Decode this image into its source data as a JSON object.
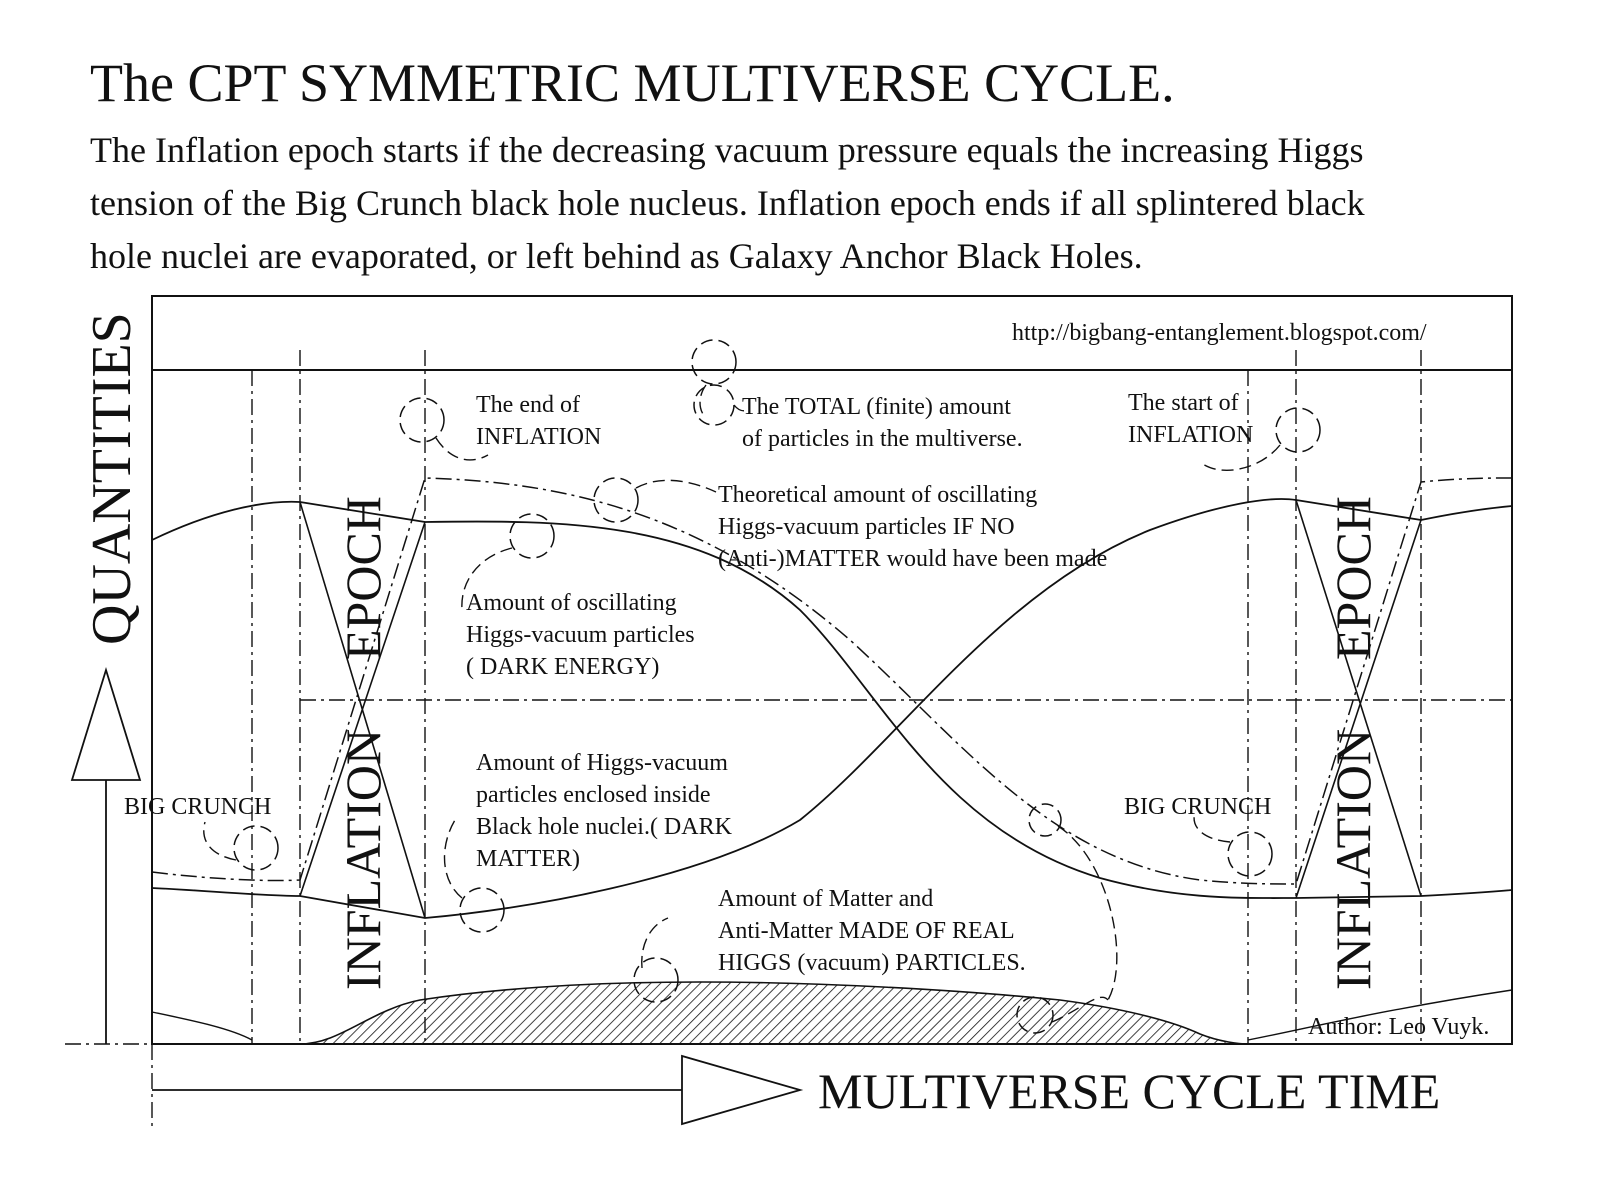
{
  "header": {
    "title": "The CPT  SYMMETRIC MULTIVERSE CYCLE.",
    "description_lines": [
      "The Inflation epoch starts if the decreasing vacuum pressure equals the increasing Higgs",
      "tension of the Big Crunch black hole nucleus. Inflation epoch ends if all splintered black",
      "hole nuclei are evaporated, or left behind as Galaxy Anchor Black Holes."
    ]
  },
  "diagram": {
    "url": "http://bigbang-entanglement.blogspot.com/",
    "y_axis_label": "QUANTITIES",
    "x_axis_label": "MULTIVERSE CYCLE TIME",
    "author": "Author: Leo Vuyk.",
    "inflation_epoch_label": [
      "INFLATION",
      "EPOCH"
    ],
    "big_crunch_label": "BIG CRUNCH",
    "end_of_inflation": [
      "The end of",
      "INFLATION"
    ],
    "start_of_inflation": [
      "The start of",
      "INFLATION"
    ],
    "total_particles": [
      "The TOTAL (finite) amount",
      "of particles in the multiverse."
    ],
    "theoretical_amount": [
      "Theoretical amount of oscillating",
      "Higgs-vacuum particles IF NO",
      "(Anti-)MATTER would have been made"
    ],
    "dark_energy": [
      "Amount of oscillating",
      "Higgs-vacuum particles",
      "( DARK ENERGY)"
    ],
    "dark_matter": [
      "Amount of Higgs-vacuum",
      "particles enclosed inside",
      "Black hole nuclei.( DARK",
      "MATTER)"
    ],
    "matter": [
      "Amount of Matter and",
      "Anti-Matter MADE OF REAL",
      "HIGGS (vacuum) PARTICLES."
    ]
  }
}
